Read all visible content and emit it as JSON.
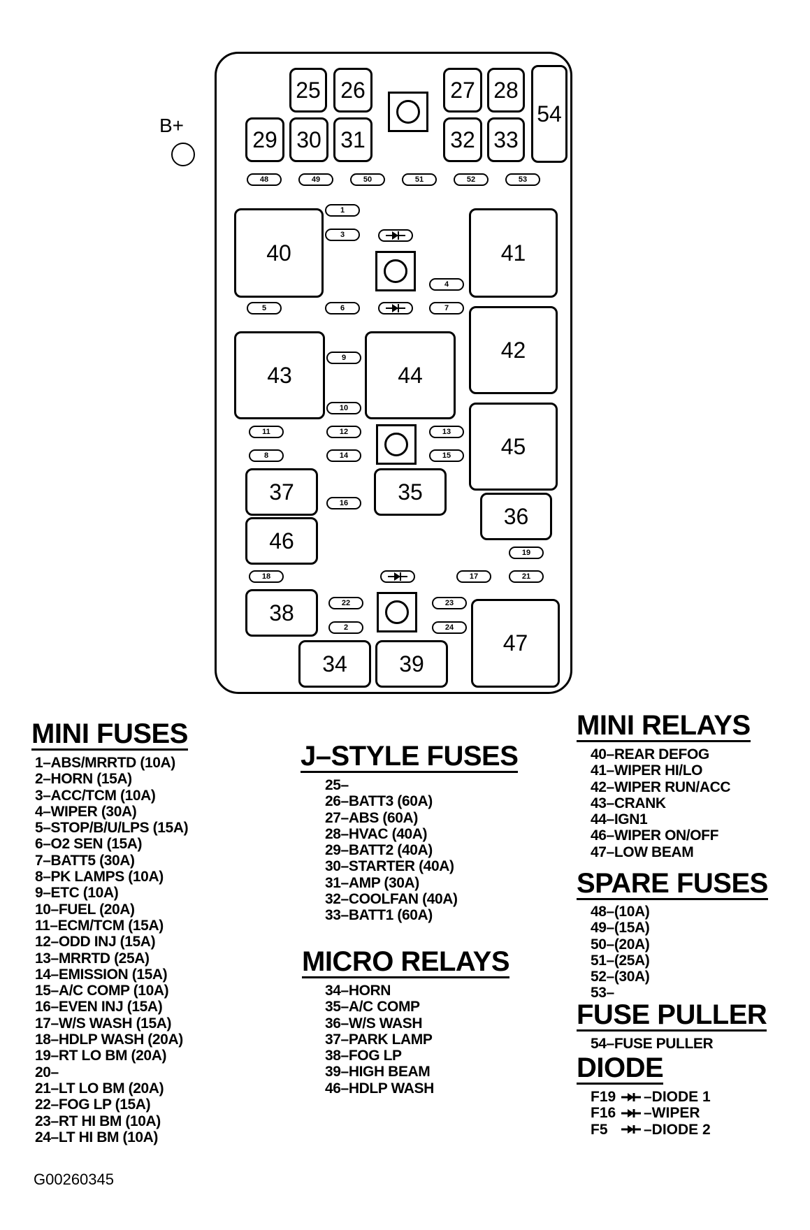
{
  "terminal": {
    "label": "B+"
  },
  "fuse_box": {
    "large_boxes": [
      {
        "id": "25",
        "text": "25"
      },
      {
        "id": "26",
        "text": "26"
      },
      {
        "id": "27",
        "text": "27"
      },
      {
        "id": "28",
        "text": "28"
      },
      {
        "id": "29",
        "text": "29"
      },
      {
        "id": "30",
        "text": "30"
      },
      {
        "id": "31",
        "text": "31"
      },
      {
        "id": "32",
        "text": "32"
      },
      {
        "id": "33",
        "text": "33"
      },
      {
        "id": "54",
        "text": "54"
      },
      {
        "id": "40",
        "text": "40"
      },
      {
        "id": "41",
        "text": "41"
      },
      {
        "id": "42",
        "text": "42"
      },
      {
        "id": "43",
        "text": "43"
      },
      {
        "id": "44",
        "text": "44"
      },
      {
        "id": "45",
        "text": "45"
      },
      {
        "id": "35",
        "text": "35"
      },
      {
        "id": "36",
        "text": "36"
      },
      {
        "id": "37",
        "text": "37"
      },
      {
        "id": "46",
        "text": "46"
      },
      {
        "id": "38",
        "text": "38"
      },
      {
        "id": "34",
        "text": "34"
      },
      {
        "id": "39",
        "text": "39"
      },
      {
        "id": "47",
        "text": "47"
      }
    ],
    "mini_fuses": [
      {
        "id": "48",
        "text": "48"
      },
      {
        "id": "49",
        "text": "49"
      },
      {
        "id": "50",
        "text": "50"
      },
      {
        "id": "51",
        "text": "51"
      },
      {
        "id": "52",
        "text": "52"
      },
      {
        "id": "53",
        "text": "53"
      },
      {
        "id": "1",
        "text": "1"
      },
      {
        "id": "3",
        "text": "3"
      },
      {
        "id": "d1",
        "text": ""
      },
      {
        "id": "4",
        "text": "4"
      },
      {
        "id": "5",
        "text": "5"
      },
      {
        "id": "6",
        "text": "6"
      },
      {
        "id": "d2",
        "text": ""
      },
      {
        "id": "7",
        "text": "7"
      },
      {
        "id": "9",
        "text": "9"
      },
      {
        "id": "10",
        "text": "10"
      },
      {
        "id": "11",
        "text": "11"
      },
      {
        "id": "12",
        "text": "12"
      },
      {
        "id": "13",
        "text": "13"
      },
      {
        "id": "8",
        "text": "8"
      },
      {
        "id": "14",
        "text": "14"
      },
      {
        "id": "15",
        "text": "15"
      },
      {
        "id": "16",
        "text": "16"
      },
      {
        "id": "19",
        "text": "19"
      },
      {
        "id": "18",
        "text": "18"
      },
      {
        "id": "d3",
        "text": ""
      },
      {
        "id": "17",
        "text": "17"
      },
      {
        "id": "21",
        "text": "21"
      },
      {
        "id": "22",
        "text": "22"
      },
      {
        "id": "23",
        "text": "23"
      },
      {
        "id": "2",
        "text": "2"
      },
      {
        "id": "24",
        "text": "24"
      }
    ]
  },
  "legend": {
    "mini_fuses": {
      "title": "MINI FUSES",
      "items": [
        "1–ABS/MRRTD (10A)",
        "2–HORN (15A)",
        "3–ACC/TCM (10A)",
        "4–WIPER (30A)",
        "5–STOP/B/U/LPS (15A)",
        "6–O2 SEN (15A)",
        "7–BATT5 (30A)",
        "8–PK LAMPS (10A)",
        "9–ETC (10A)",
        "10–FUEL (20A)",
        "11–ECM/TCM (15A)",
        "12–ODD INJ (15A)",
        "13–MRRTD (25A)",
        "14–EMISSION (15A)",
        "15–A/C COMP (10A)",
        "16–EVEN INJ (15A)",
        "17–W/S WASH (15A)",
        "18–HDLP WASH (20A)",
        "19–RT LO BM (20A)",
        "20–",
        "21–LT LO BM (20A)",
        "22–FOG LP (15A)",
        "23–RT HI BM (10A)",
        "24–LT HI BM (10A)"
      ]
    },
    "j_style_fuses": {
      "title": "J–STYLE FUSES",
      "items": [
        "25–",
        "26–BATT3 (60A)",
        "27–ABS (60A)",
        "28–HVAC (40A)",
        "29–BATT2 (40A)",
        "30–STARTER (40A)",
        "31–AMP (30A)",
        "32–COOLFAN (40A)",
        "33–BATT1 (60A)"
      ]
    },
    "micro_relays": {
      "title": "MICRO RELAYS",
      "items": [
        "34–HORN",
        "35–A/C COMP",
        "36–W/S WASH",
        "37–PARK LAMP",
        "38–FOG LP",
        "39–HIGH BEAM",
        "46–HDLP WASH"
      ]
    },
    "mini_relays": {
      "title": "MINI RELAYS",
      "items": [
        "40–REAR DEFOG",
        "41–WIPER HI/LO",
        "42–WIPER RUN/ACC",
        "43–CRANK",
        "44–IGN1",
        "46–WIPER ON/OFF",
        "47–LOW BEAM"
      ]
    },
    "spare_fuses": {
      "title": "SPARE FUSES",
      "items": [
        "48–(10A)",
        "49–(15A)",
        "50–(20A)",
        "51–(25A)",
        "52–(30A)",
        "53–"
      ]
    },
    "fuse_puller": {
      "title": "FUSE PULLER",
      "items": [
        "54–FUSE PULLER"
      ]
    },
    "diode": {
      "title": "DIODE",
      "items": [
        {
          "fuse": "F19",
          "desc": "–DIODE 1"
        },
        {
          "fuse": "F16",
          "desc": "–WIPER"
        },
        {
          "fuse": "F5",
          "desc": "–DIODE 2"
        }
      ]
    }
  },
  "figure_code": "G00260345"
}
